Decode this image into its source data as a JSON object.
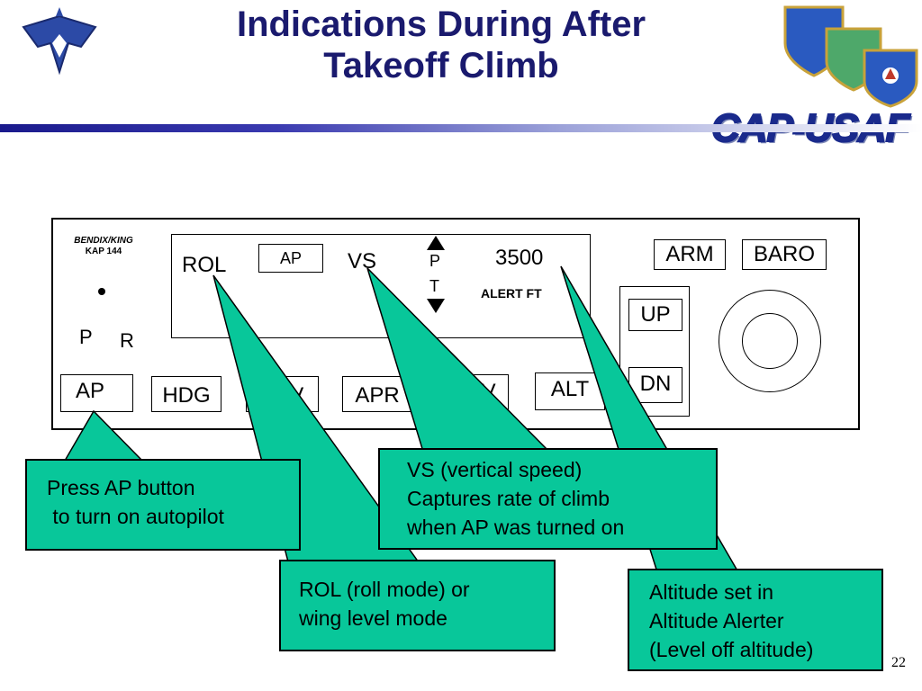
{
  "title": {
    "line1": "Indications During After",
    "line2": "Takeoff Climb"
  },
  "branding": {
    "cap_usaf": "CAP-USAF"
  },
  "panel": {
    "brand": "BENDIX/KING",
    "model": "KAP 144",
    "p_label": "P",
    "r_label": "R",
    "display": {
      "rol": "ROL",
      "ap": "AP",
      "vs": "VS",
      "pitch_p": "P",
      "pitch_t": "T",
      "altitude": "3500",
      "alert": "ALERT FT"
    },
    "buttons": {
      "ap": "AP",
      "hdg": "HDG",
      "nav": "NAV",
      "apr": "APR",
      "rev": "REV",
      "alt": "ALT",
      "arm": "ARM",
      "baro": "BARO",
      "up": "UP",
      "dn": "DN"
    }
  },
  "callouts": {
    "ap": [
      "Press AP button",
      " to turn on autopilot"
    ],
    "rol": [
      "ROL (roll mode) or",
      "wing level mode"
    ],
    "vs": [
      "VS (vertical speed)",
      "Captures rate of climb",
      "when AP was turned on"
    ],
    "alt": [
      "Altitude set in",
      "Altitude Alerter",
      "(Level off altitude)"
    ]
  },
  "page_number": "22",
  "colors": {
    "callout": "#08c79a",
    "title": "#1a1a6e",
    "cap_usaf": "#1a2a8c"
  }
}
